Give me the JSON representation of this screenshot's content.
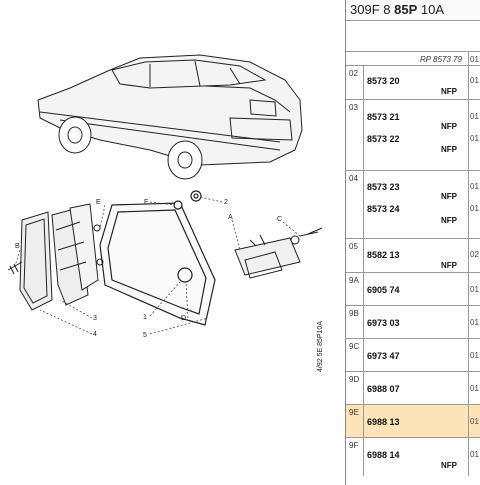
{
  "header": {
    "model": "309F 8",
    "bold": "85P",
    "rest": "10A"
  },
  "diagram": {
    "labels": {
      "a": "A",
      "b": "B",
      "c": "C",
      "d": "D",
      "e": "E",
      "f": "F",
      "n1": "1",
      "n2": "2",
      "n3": "3",
      "n4": "4",
      "n5": "5"
    },
    "side_code": "4/92 5E 85P10A"
  },
  "parts": {
    "top_row": {
      "rp": "RP 8573 79",
      "qty": "01"
    },
    "rows": [
      {
        "group": "02",
        "items": [
          {
            "ref": "8573 20",
            "nfp": "NFP",
            "qty": "01"
          }
        ]
      },
      {
        "group": "03",
        "items": [
          {
            "ref": "8573 21",
            "nfp": "NFP",
            "qty": "01"
          },
          {
            "ref": "8573 22",
            "nfp": "NFP",
            "qty": "01"
          }
        ]
      },
      {
        "group": "04",
        "items": [
          {
            "ref": "8573 23",
            "nfp": "NFP",
            "qty": "01"
          },
          {
            "ref": "8573 24",
            "nfp": "NFP",
            "qty": "01"
          }
        ]
      },
      {
        "group": "05",
        "items": [
          {
            "ref": "8582 13",
            "nfp": "NFP",
            "qty": "02"
          }
        ]
      },
      {
        "group": "9A",
        "items": [
          {
            "ref": "6905 74",
            "nfp": "",
            "qty": "01"
          }
        ]
      },
      {
        "group": "9B",
        "items": [
          {
            "ref": "6973 03",
            "nfp": "",
            "qty": "01"
          }
        ]
      },
      {
        "group": "9C",
        "items": [
          {
            "ref": "6973 47",
            "nfp": "",
            "qty": "01"
          }
        ]
      },
      {
        "group": "9D",
        "items": [
          {
            "ref": "6988 07",
            "nfp": "",
            "qty": "01"
          }
        ]
      },
      {
        "group": "9E",
        "items": [
          {
            "ref": "6988 13",
            "nfp": "",
            "qty": "01"
          }
        ],
        "highlight": true
      },
      {
        "group": "9F",
        "items": [
          {
            "ref": "6988 14",
            "nfp": "NFP",
            "qty": "01"
          }
        ]
      }
    ]
  }
}
